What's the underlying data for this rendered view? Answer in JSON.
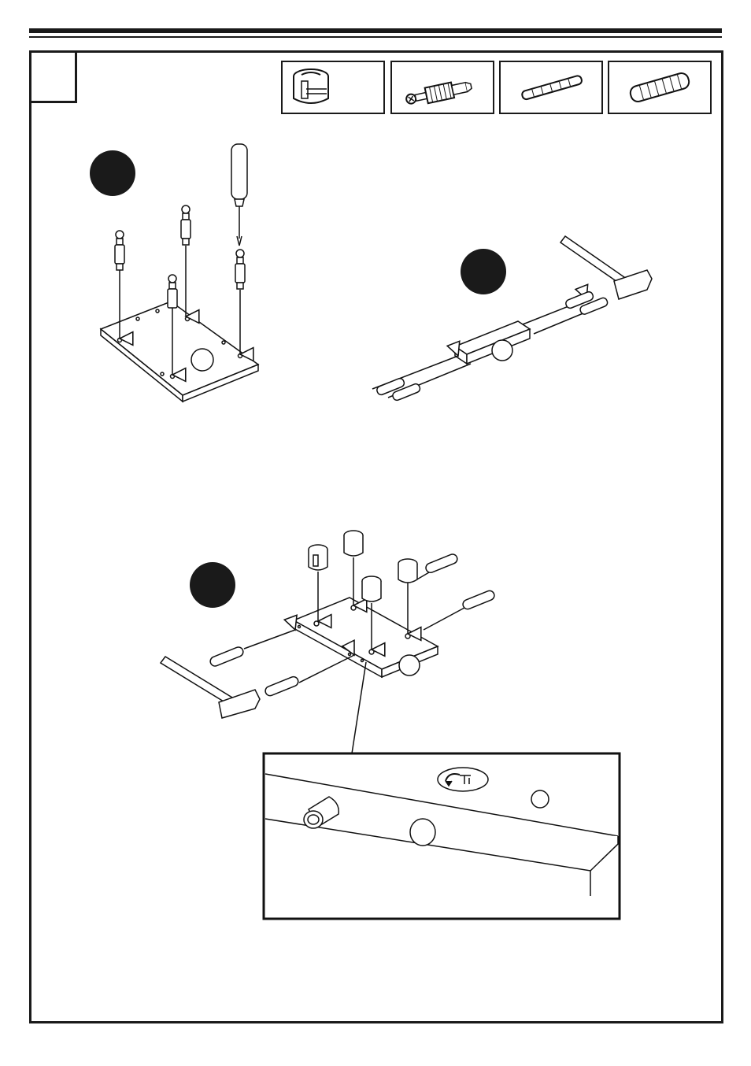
{
  "page": {
    "step_number": "",
    "accent": "#1a1a1a"
  },
  "parts": [
    {
      "icon": "cam-lock-icon"
    },
    {
      "icon": "cam-bolt-icon"
    },
    {
      "icon": "small-dowel-icon"
    },
    {
      "icon": "large-dowel-icon"
    }
  ],
  "substeps": [
    {
      "label": "",
      "icon": "substep-marker"
    },
    {
      "label": "",
      "icon": "substep-marker"
    },
    {
      "label": "",
      "icon": "substep-marker"
    }
  ]
}
